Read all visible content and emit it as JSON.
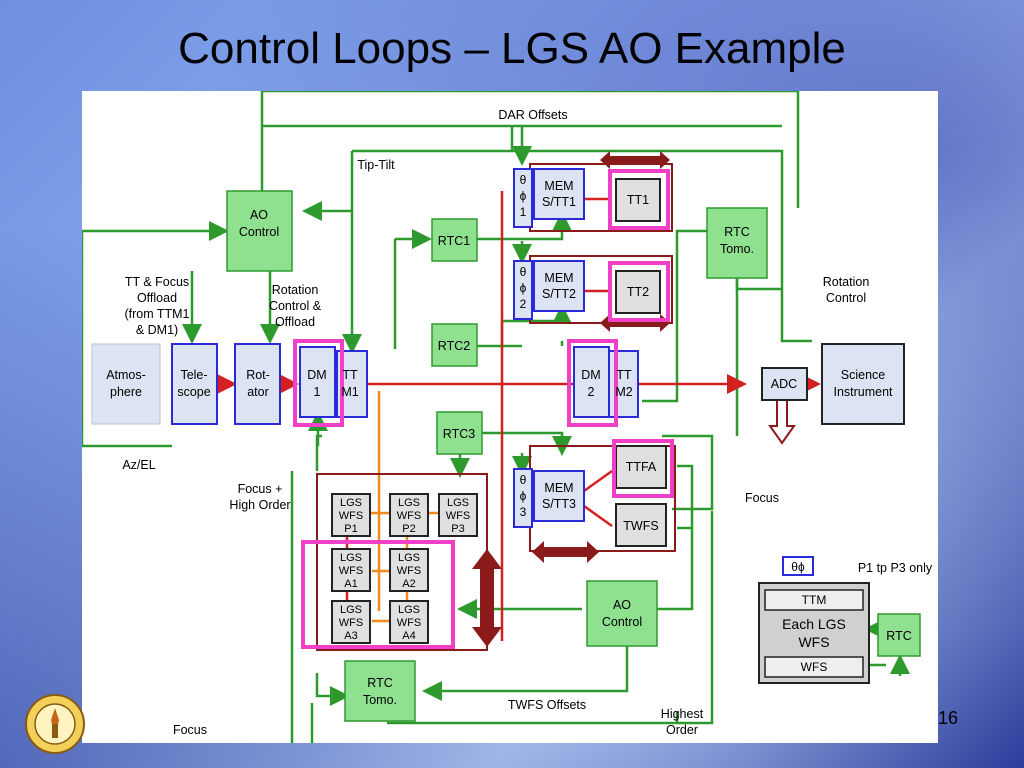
{
  "slide": {
    "title": "Control Loops – LGS AO Example",
    "page_number": "16"
  },
  "colors": {
    "green_line": "#2e9a2e",
    "red_line": "#d42020",
    "orange_line": "#f08a1a",
    "dark_red": "#8b1a1a",
    "magenta": "#f040c8",
    "blue_border": "#2a2ad8",
    "green_box_fill": "#8fe08f",
    "grey_box_fill": "#e0e0e0",
    "blue_box_fill": "#dce4f4"
  },
  "diagram": {
    "labels": {
      "dar_offsets": "DAR Offsets",
      "tip_tilt": "Tip-Tilt",
      "tt_focus_offload": [
        "TT & Focus",
        "Offload",
        "(from TTM1",
        "& DM1)"
      ],
      "rotation_control_offload": [
        "Rotation",
        "Control &",
        "Offload"
      ],
      "rotation_control": [
        "Rotation",
        "Control"
      ],
      "az_el": "Az/EL",
      "focus_high_order": [
        "Focus +",
        "High Order"
      ],
      "focus_right": "Focus",
      "focus_bottom": "Focus",
      "twfs_offsets": "TWFS Offsets",
      "highest_order": [
        "Highest",
        "Order"
      ],
      "p1_p3_only": "P1 tp P3 only"
    },
    "boxes": {
      "ao_control_top": [
        "AO",
        "Control"
      ],
      "ao_control_bottom": [
        "AO",
        "Control"
      ],
      "rtc1": "RTC1",
      "rtc2": "RTC2",
      "rtc3": "RTC3",
      "rtc_tomo_top": [
        "RTC",
        "Tomo."
      ],
      "rtc_tomo_bottom": [
        "RTC",
        "Tomo."
      ],
      "rtc_legend": "RTC",
      "atmosphere": [
        "Atmos-",
        "phere"
      ],
      "telescope": [
        "Tele-",
        "scope"
      ],
      "rotator": [
        "Rot-",
        "ator"
      ],
      "dm1": [
        "DM",
        "1"
      ],
      "ttm1": [
        "TT",
        "M1"
      ],
      "dm2": [
        "DM",
        "2"
      ],
      "ttm2": [
        "TT",
        "M2"
      ],
      "adc": "ADC",
      "science_instrument": [
        "Science",
        "Instrument"
      ],
      "mem_tt1": [
        "MEM",
        "S/TT1"
      ],
      "mem_tt2": [
        "MEM",
        "S/TT2"
      ],
      "mem_tt3": [
        "MEM",
        "S/TT3"
      ],
      "tt1": "TT1",
      "tt2": "TT2",
      "ttfa": "TTFA",
      "twfs": "TWFS",
      "theta_phi_1": [
        "θ",
        "ϕ",
        "1"
      ],
      "theta_phi_2": [
        "θ",
        "ϕ",
        "2"
      ],
      "theta_phi_3": [
        "θ",
        "ϕ",
        "3"
      ],
      "theta_phi_legend": "θϕ",
      "lgs_p1": [
        "LGS",
        "WFS",
        "P1"
      ],
      "lgs_p2": [
        "LGS",
        "WFS",
        "P2"
      ],
      "lgs_p3": [
        "LGS",
        "WFS",
        "P3"
      ],
      "lgs_a1": [
        "LGS",
        "WFS",
        "A1"
      ],
      "lgs_a2": [
        "LGS",
        "WFS",
        "A2"
      ],
      "lgs_a3": [
        "LGS",
        "WFS",
        "A3"
      ],
      "lgs_a4": [
        "LGS",
        "WFS",
        "A4"
      ],
      "legend_ttm": "TTM",
      "legend_each_lgs": [
        "Each LGS",
        "WFS"
      ],
      "legend_wfs": "WFS"
    }
  }
}
